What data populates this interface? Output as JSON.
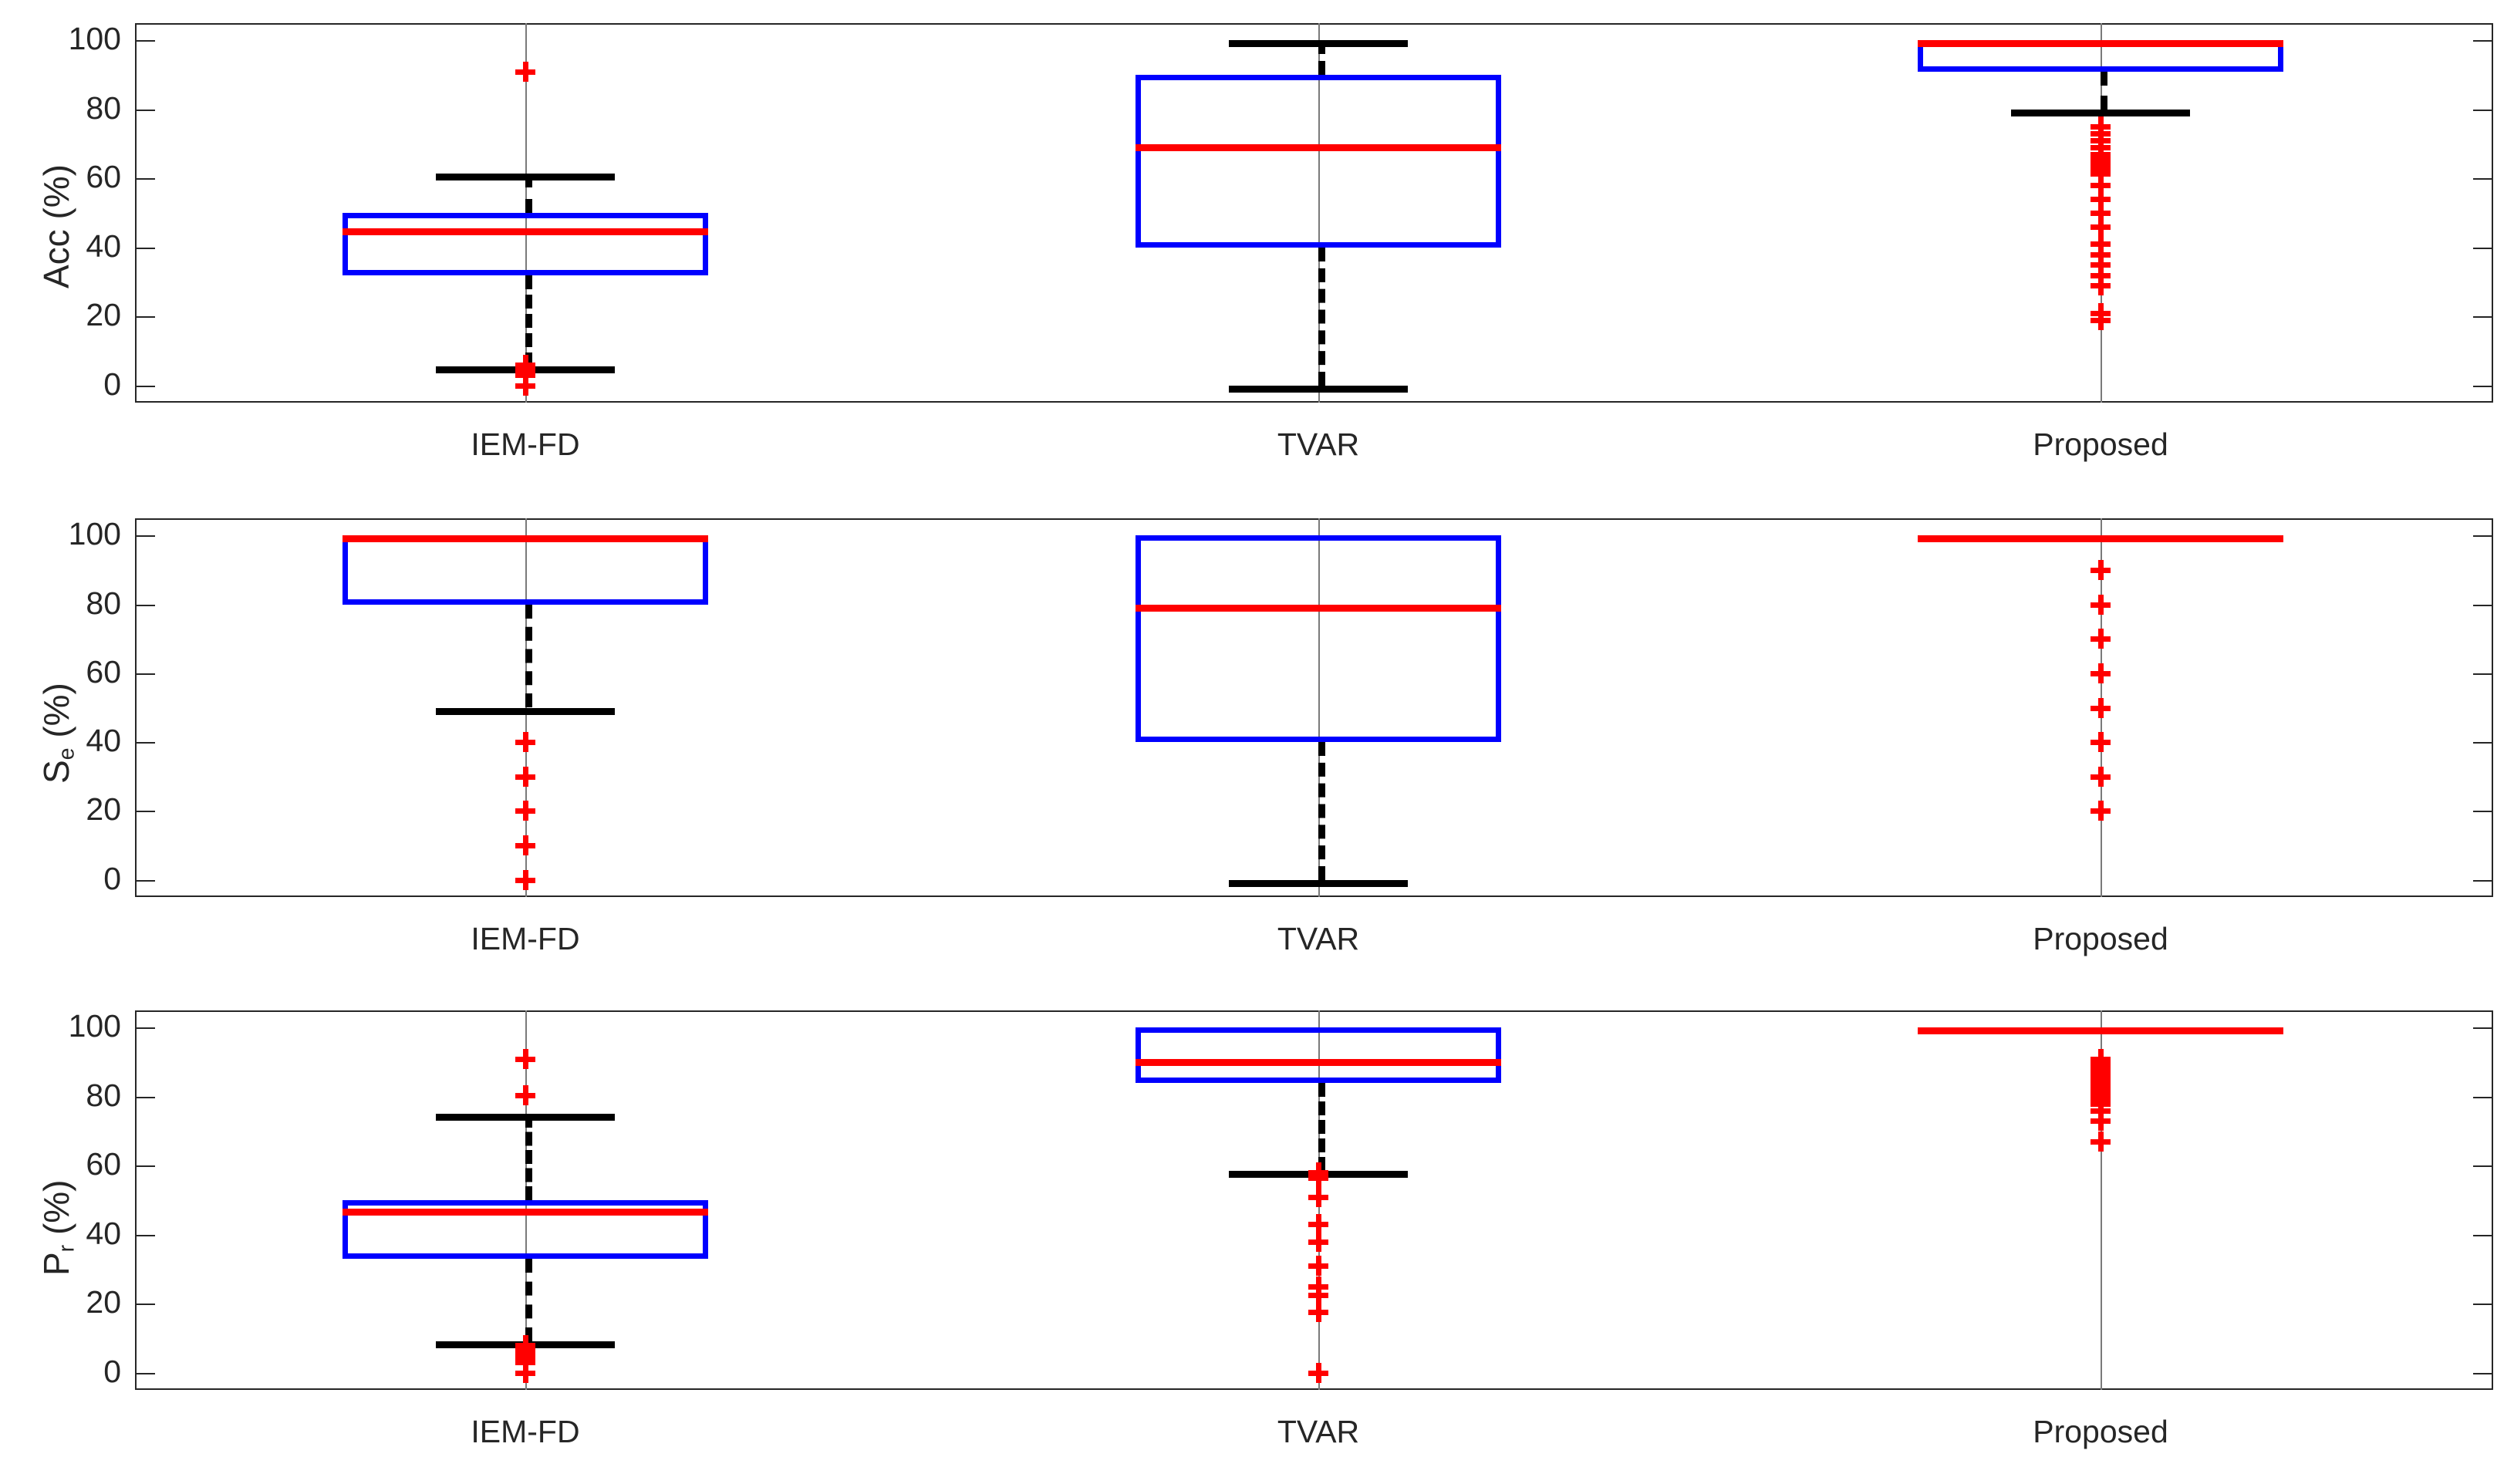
{
  "figure": {
    "type": "boxplot-grid",
    "panel_count": 3,
    "background": "#ffffff",
    "box_color": "#0000ff",
    "median_color": "#ff0000",
    "whisker_color": "#000000",
    "outlier_color": "#ff0000",
    "axis_color": "#262626"
  },
  "chart_data": [
    {
      "type": "box",
      "title": "",
      "ylabel": "Acc (%)",
      "ylabel_main": "Acc",
      "ylabel_sub": "",
      "ylabel_units": "(%)",
      "xlabel": "",
      "ylim": [
        -5,
        105
      ],
      "yticks": [
        0,
        20,
        40,
        60,
        80,
        100
      ],
      "ytick_labels": [
        "0",
        "20",
        "40",
        "60",
        "80",
        "100"
      ],
      "grid": false,
      "legend": "none",
      "categories": [
        "IEM-FD",
        "TVAR",
        "Proposed"
      ],
      "boxes": [
        {
          "label": "IEM-FD",
          "whisker_low": 5.5,
          "q1": 32,
          "median": 45.5,
          "q3": 50,
          "whisker_high": 61.5,
          "outliers": [
            91,
            6,
            5,
            4.5,
            4,
            3.5,
            3,
            0
          ]
        },
        {
          "label": "TVAR",
          "whisker_low": 0,
          "q1": 40,
          "median": 70,
          "q3": 90,
          "whisker_high": 100,
          "outliers": []
        },
        {
          "label": "Proposed",
          "whisker_low": 80,
          "q1": 91,
          "median": 100,
          "q3": 100,
          "whisker_high": 100,
          "outliers": [
            75,
            73,
            71,
            69,
            67,
            65.5,
            64.5,
            63.5,
            62.5,
            61.5,
            58,
            54,
            50,
            46,
            41,
            38,
            35,
            32,
            29,
            21,
            19
          ]
        }
      ]
    },
    {
      "type": "box",
      "title": "",
      "ylabel": "S_e (%)",
      "ylabel_main": "S",
      "ylabel_sub": "e",
      "ylabel_units": "(%)",
      "xlabel": "",
      "ylim": [
        -5,
        105
      ],
      "yticks": [
        0,
        20,
        40,
        60,
        80,
        100
      ],
      "ytick_labels": [
        "0",
        "20",
        "40",
        "60",
        "80",
        "100"
      ],
      "grid": false,
      "legend": "none",
      "categories": [
        "IEM-FD",
        "TVAR",
        "Proposed"
      ],
      "boxes": [
        {
          "label": "IEM-FD",
          "whisker_low": 50,
          "q1": 80,
          "median": 100,
          "q3": 100,
          "whisker_high": 100,
          "outliers": [
            40,
            30,
            20,
            10,
            0
          ]
        },
        {
          "label": "TVAR",
          "whisker_low": 0,
          "q1": 40,
          "median": 80,
          "q3": 100,
          "whisker_high": 100,
          "outliers": []
        },
        {
          "label": "Proposed",
          "whisker_low": 100,
          "q1": 100,
          "median": 100,
          "q3": 100,
          "whisker_high": 100,
          "outliers": [
            90,
            80,
            70,
            60,
            50,
            40,
            30,
            20
          ]
        }
      ]
    },
    {
      "type": "box",
      "title": "",
      "ylabel": "P_r (%)",
      "ylabel_main": "P",
      "ylabel_sub": "r",
      "ylabel_units": "(%)",
      "xlabel": "",
      "ylim": [
        -5,
        105
      ],
      "yticks": [
        0,
        20,
        40,
        60,
        80,
        100
      ],
      "ytick_labels": [
        "0",
        "20",
        "40",
        "60",
        "80",
        "100"
      ],
      "grid": false,
      "legend": "none",
      "categories": [
        "IEM-FD",
        "TVAR",
        "Proposed"
      ],
      "boxes": [
        {
          "label": "IEM-FD",
          "whisker_low": 9,
          "q1": 33,
          "median": 47.5,
          "q3": 50,
          "whisker_high": 75,
          "outliers": [
            91,
            80.5,
            8,
            7,
            6,
            5,
            4,
            3,
            0
          ]
        },
        {
          "label": "TVAR",
          "whisker_low": 58.5,
          "q1": 84,
          "median": 91,
          "q3": 100,
          "whisker_high": 100,
          "outliers": [
            58,
            56.5,
            51,
            43,
            38,
            31,
            25,
            22.5,
            17.5,
            0
          ]
        },
        {
          "label": "Proposed",
          "whisker_low": 100,
          "q1": 100,
          "median": 100,
          "q3": 100,
          "whisker_high": 100,
          "outliers": [
            91,
            90,
            89,
            88,
            87,
            86,
            85,
            84,
            83,
            82.5,
            82,
            81,
            80,
            79,
            78,
            76,
            73,
            67
          ]
        }
      ]
    }
  ]
}
